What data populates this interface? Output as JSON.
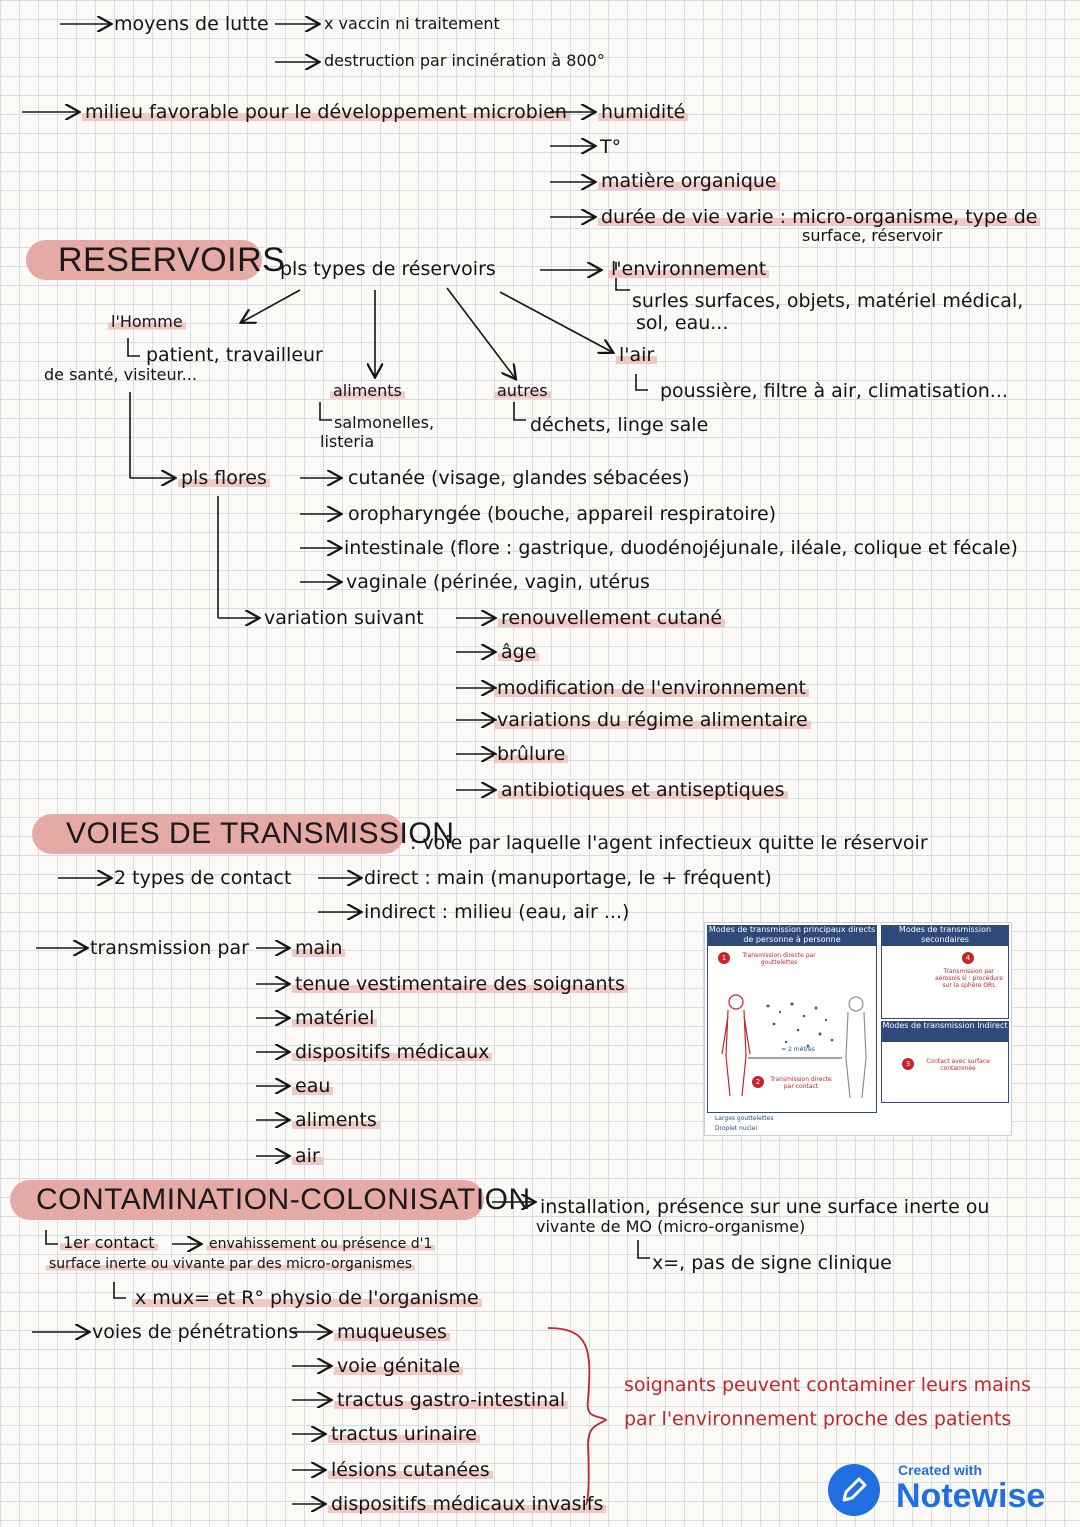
{
  "top": {
    "moyens": "moyens de lutte",
    "vaccin": "x vaccin ni traitement",
    "destruction": "destruction par incinération à 800°",
    "milieu": "milieu favorable pour le développement microbien",
    "humidite": "humidité",
    "temp": "T°",
    "matiere": "matière organique",
    "duree": "durée de vie varie : micro-organisme, type de",
    "duree2": "surface, réservoir"
  },
  "reservoirs": {
    "title": "RESERVOIRS",
    "types": "pls types de réservoirs",
    "environnement": "l'environnement",
    "env_detail": "surles surfaces, objets, matériel médical,",
    "env_detail2": "sol, eau...",
    "air": "l'air",
    "air_detail": "poussière, filtre à air, climatisation...",
    "homme": "l'Homme",
    "homme_detail": "patient, travailleur",
    "homme_detail2": "de santé, visiteur...",
    "aliments": "aliments",
    "aliments_detail": "salmonelles,",
    "aliments_detail2": "listeria",
    "autres": "autres",
    "autres_detail": "déchets, linge sale",
    "flores": "pls flores",
    "flore1": "cutanée (visage, glandes sébacées)",
    "flore2": "oropharyngée (bouche, appareil respiratoire)",
    "flore3": "intestinale (flore : gastrique, duodénojéjunale, iléale, colique et fécale)",
    "flore4": "vaginale (périnée, vagin, utérus",
    "variation": "variation suivant",
    "var1": "renouvellement cutané",
    "var2": "âge",
    "var3": "modification de l'environnement",
    "var4": "variations du régime alimentaire",
    "var5": "brûlure",
    "var6": "antibiotiques et antiseptiques"
  },
  "voies": {
    "title": "VOIES DE TRANSMISSION",
    "def": ": voie par laquelle l'agent infectieux quitte le réservoir",
    "types": "2 types de contact",
    "direct": "direct : main (manuportage, le + fréquent)",
    "indirect": "indirect : milieu (eau, air ...)",
    "transmission": "transmission par",
    "items": [
      "main",
      "tenue vestimentaire des soignants",
      "matériel",
      "dispositifs médicaux",
      "eau",
      "aliments",
      "air"
    ]
  },
  "figure": {
    "panel1": "Modes de transmission principaux directs de personne à personne",
    "panel2": "Modes de transmission secondaires",
    "panel3": "Modes de transmission Indirect",
    "label1": "Transmission directe par gouttelettes",
    "label2": "Transmission directe par contact",
    "label3": "Contact avec surface contaminée",
    "label4": "Transmission par aérosols si : procédure sur la sphère ORL",
    "distance": "≈ 2 mètres",
    "legend1": "Larges gouttelettes",
    "legend2": "Droplet nuclei",
    "n1": "1",
    "n2": "2",
    "n3": "3",
    "n4": "4"
  },
  "contamination": {
    "title": "CONTAMINATION-COLONISATION",
    "installation": "installation, présence sur une surface inerte ou",
    "installation2": "vivante de MO (micro-organisme)",
    "nosign": "x=, pas de signe clinique",
    "contact": "1er contact",
    "envahissement": "envahissement ou présence d'1",
    "envahissement2": "surface inerte ou vivante par des micro-organismes",
    "multi": "x mux= et R° physio de l'organisme",
    "voies": "voies de pénétrations",
    "items": [
      "muqueuses",
      "voie génitale",
      "tractus gastro-intestinal",
      "tractus urinaire",
      "lésions cutanées",
      "dispositifs médicaux invasifs"
    ],
    "note": "soignants peuvent contaminer leurs mains",
    "note2": "par l'environnement proche des patients"
  },
  "brand": {
    "created": "Created with",
    "name": "Notewise"
  }
}
